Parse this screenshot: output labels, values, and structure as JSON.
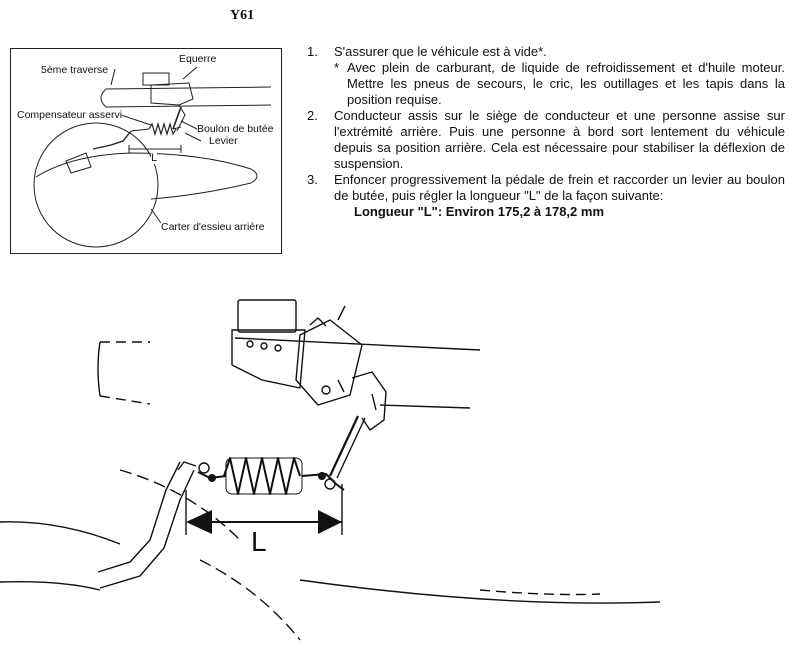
{
  "page_code": "Y61",
  "small_figure": {
    "labels": {
      "traverse": "5ème traverse",
      "equerre": "Equerre",
      "compensateur": "Compensateur asservi",
      "boulon": "Boulon de butée",
      "levier": "Levier",
      "carter": "Carter d'essieu arrière",
      "length": "L"
    }
  },
  "steps": [
    {
      "number": "1.",
      "text": "S'assurer que le véhicule est à vide*.",
      "note_marker": "*",
      "note": "Avec plein de carburant, de liquide de refroidissement et d'huile moteur. Mettre les pneus de secours, le cric, les outillages et les tapis dans la position requise."
    },
    {
      "number": "2.",
      "text": "Conducteur assis sur le siège de conducteur et une personne assise sur l'extrémité arrière. Puis une personne à bord sort lentement du véhicule depuis sa position arrière. Cela est nécessaire pour stabiliser la déflexion de suspension."
    },
    {
      "number": "3.",
      "text": "Enfoncer progressivement la pédale de frein et raccorder un levier au boulon de butée, puis régler la longueur \"L\" de la façon suivante:",
      "spec": "Longueur \"L\": Environ 175,2 à 178,2 mm"
    }
  ],
  "large_figure": {
    "length_label": "L"
  }
}
